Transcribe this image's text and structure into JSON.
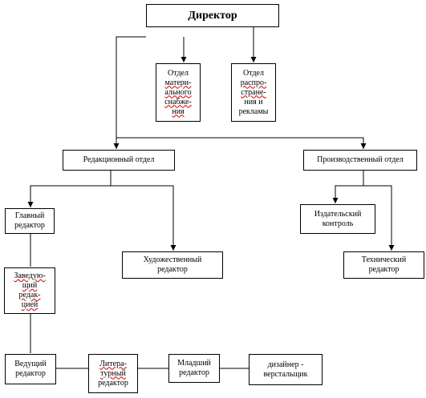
{
  "nodes": {
    "director": {
      "lines": [
        "Директор"
      ]
    },
    "material_dept": {
      "lines": [
        "Отдел",
        "матери-",
        "ального",
        "снабже-",
        "ния"
      ]
    },
    "distribution_dept": {
      "lines": [
        "Отдел",
        "распро-",
        "стране-",
        "ния и",
        "рекламы"
      ]
    },
    "editorial_dept": {
      "lines": [
        "Редакционный отдел"
      ]
    },
    "production_dept": {
      "lines": [
        "Производственный отдел"
      ]
    },
    "chief_editor": {
      "lines": [
        "Главный",
        "редактор"
      ]
    },
    "art_editor": {
      "lines": [
        "Художественный",
        "редактор"
      ]
    },
    "head_of_edit": {
      "lines": [
        "Заведую-",
        "щий",
        "редак-",
        "цией"
      ]
    },
    "publishing_control": {
      "lines": [
        "Издательский",
        "контроль"
      ]
    },
    "tech_editor": {
      "lines": [
        "Технический",
        "редактор"
      ]
    },
    "lead_editor": {
      "lines": [
        "Ведущий",
        "редактор"
      ]
    },
    "literary_editor": {
      "lines": [
        "Литера-",
        "турный",
        "редактор"
      ]
    },
    "junior_editor": {
      "lines": [
        "Младший",
        "редактор"
      ]
    },
    "designer": {
      "lines": [
        "дизайнер -",
        "верстальщик"
      ]
    }
  }
}
